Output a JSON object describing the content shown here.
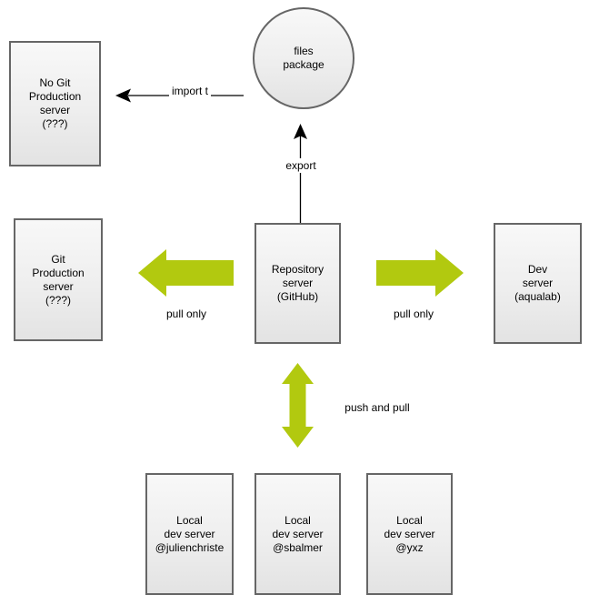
{
  "diagram": {
    "nodes": [
      {
        "id": "files-package",
        "shape": "circle",
        "label": "files\npackage"
      },
      {
        "id": "no-git-production-server",
        "shape": "box",
        "label": "No Git\nProduction\nserver\n(???)"
      },
      {
        "id": "git-production-server",
        "shape": "box",
        "label": "Git\nProduction\nserver\n(???)"
      },
      {
        "id": "repository-server",
        "shape": "box",
        "label": "Repository\nserver\n(GitHub)"
      },
      {
        "id": "dev-server",
        "shape": "box",
        "label": "Dev\nserver\n(aqualab)"
      },
      {
        "id": "local-dev-julienchriste",
        "shape": "box",
        "label": "Local\ndev server\n@julienchriste"
      },
      {
        "id": "local-dev-sbalmer",
        "shape": "box",
        "label": "Local\ndev server\n@sbalmer"
      },
      {
        "id": "local-dev-yxz",
        "shape": "box",
        "label": "Local\ndev server\n@yxz"
      }
    ],
    "edges": [
      {
        "from": "files-package",
        "to": "no-git-production-server",
        "label": "import t",
        "style": "thin-black-arrow"
      },
      {
        "from": "repository-server",
        "to": "files-package",
        "label": "export",
        "style": "thin-black-arrow"
      },
      {
        "from": "repository-server",
        "to": "git-production-server",
        "label": "pull only",
        "style": "fat-green-arrow"
      },
      {
        "from": "repository-server",
        "to": "dev-server",
        "label": "pull only",
        "style": "fat-green-arrow"
      },
      {
        "from": "repository-server",
        "to": "local-dev-servers",
        "label": "push and pull",
        "style": "fat-green-double-arrow"
      }
    ],
    "colors": {
      "arrow_green": "#b2c90f",
      "connector_black": "#000000",
      "node_border": "#666666",
      "node_fill_top": "#f8f8f8",
      "node_fill_bottom": "#e3e3e3",
      "background": "#ffffff"
    }
  }
}
